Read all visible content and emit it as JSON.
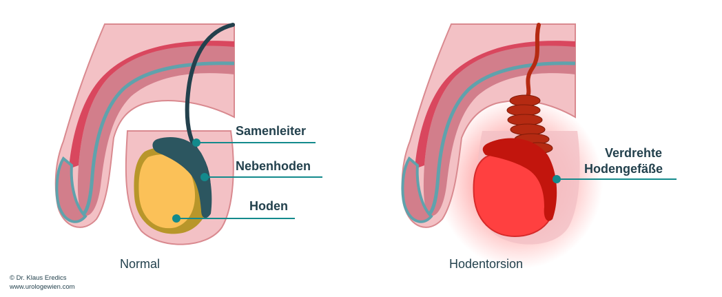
{
  "normal": {
    "caption": "Normal",
    "labels": {
      "vas_deferens": "Samenleiter",
      "epididymis": "Nebenhoden",
      "testis": "Hoden"
    }
  },
  "torsion": {
    "caption": "Hodentorsion",
    "label_line1": "Verdrehte",
    "label_line2": "Hodengefäße"
  },
  "credits": {
    "author": "© Dr. Klaus Eredics",
    "website": "www.urologewien.com"
  },
  "colors": {
    "skin": "#f3c1c5",
    "skin_outline": "#d9898f",
    "penis_body": "#d27e8b",
    "urethra_red": "#d9475e",
    "urethra_blue": "#5fa2ac",
    "testis_normal": "#fbc158",
    "testis_rim": "#b8962a",
    "epididymis": "#2c5660",
    "testis_torsion": "#ff4040",
    "torsion_vessels": "#b52a12",
    "pointer": "#138a8c",
    "text": "#23414d"
  }
}
